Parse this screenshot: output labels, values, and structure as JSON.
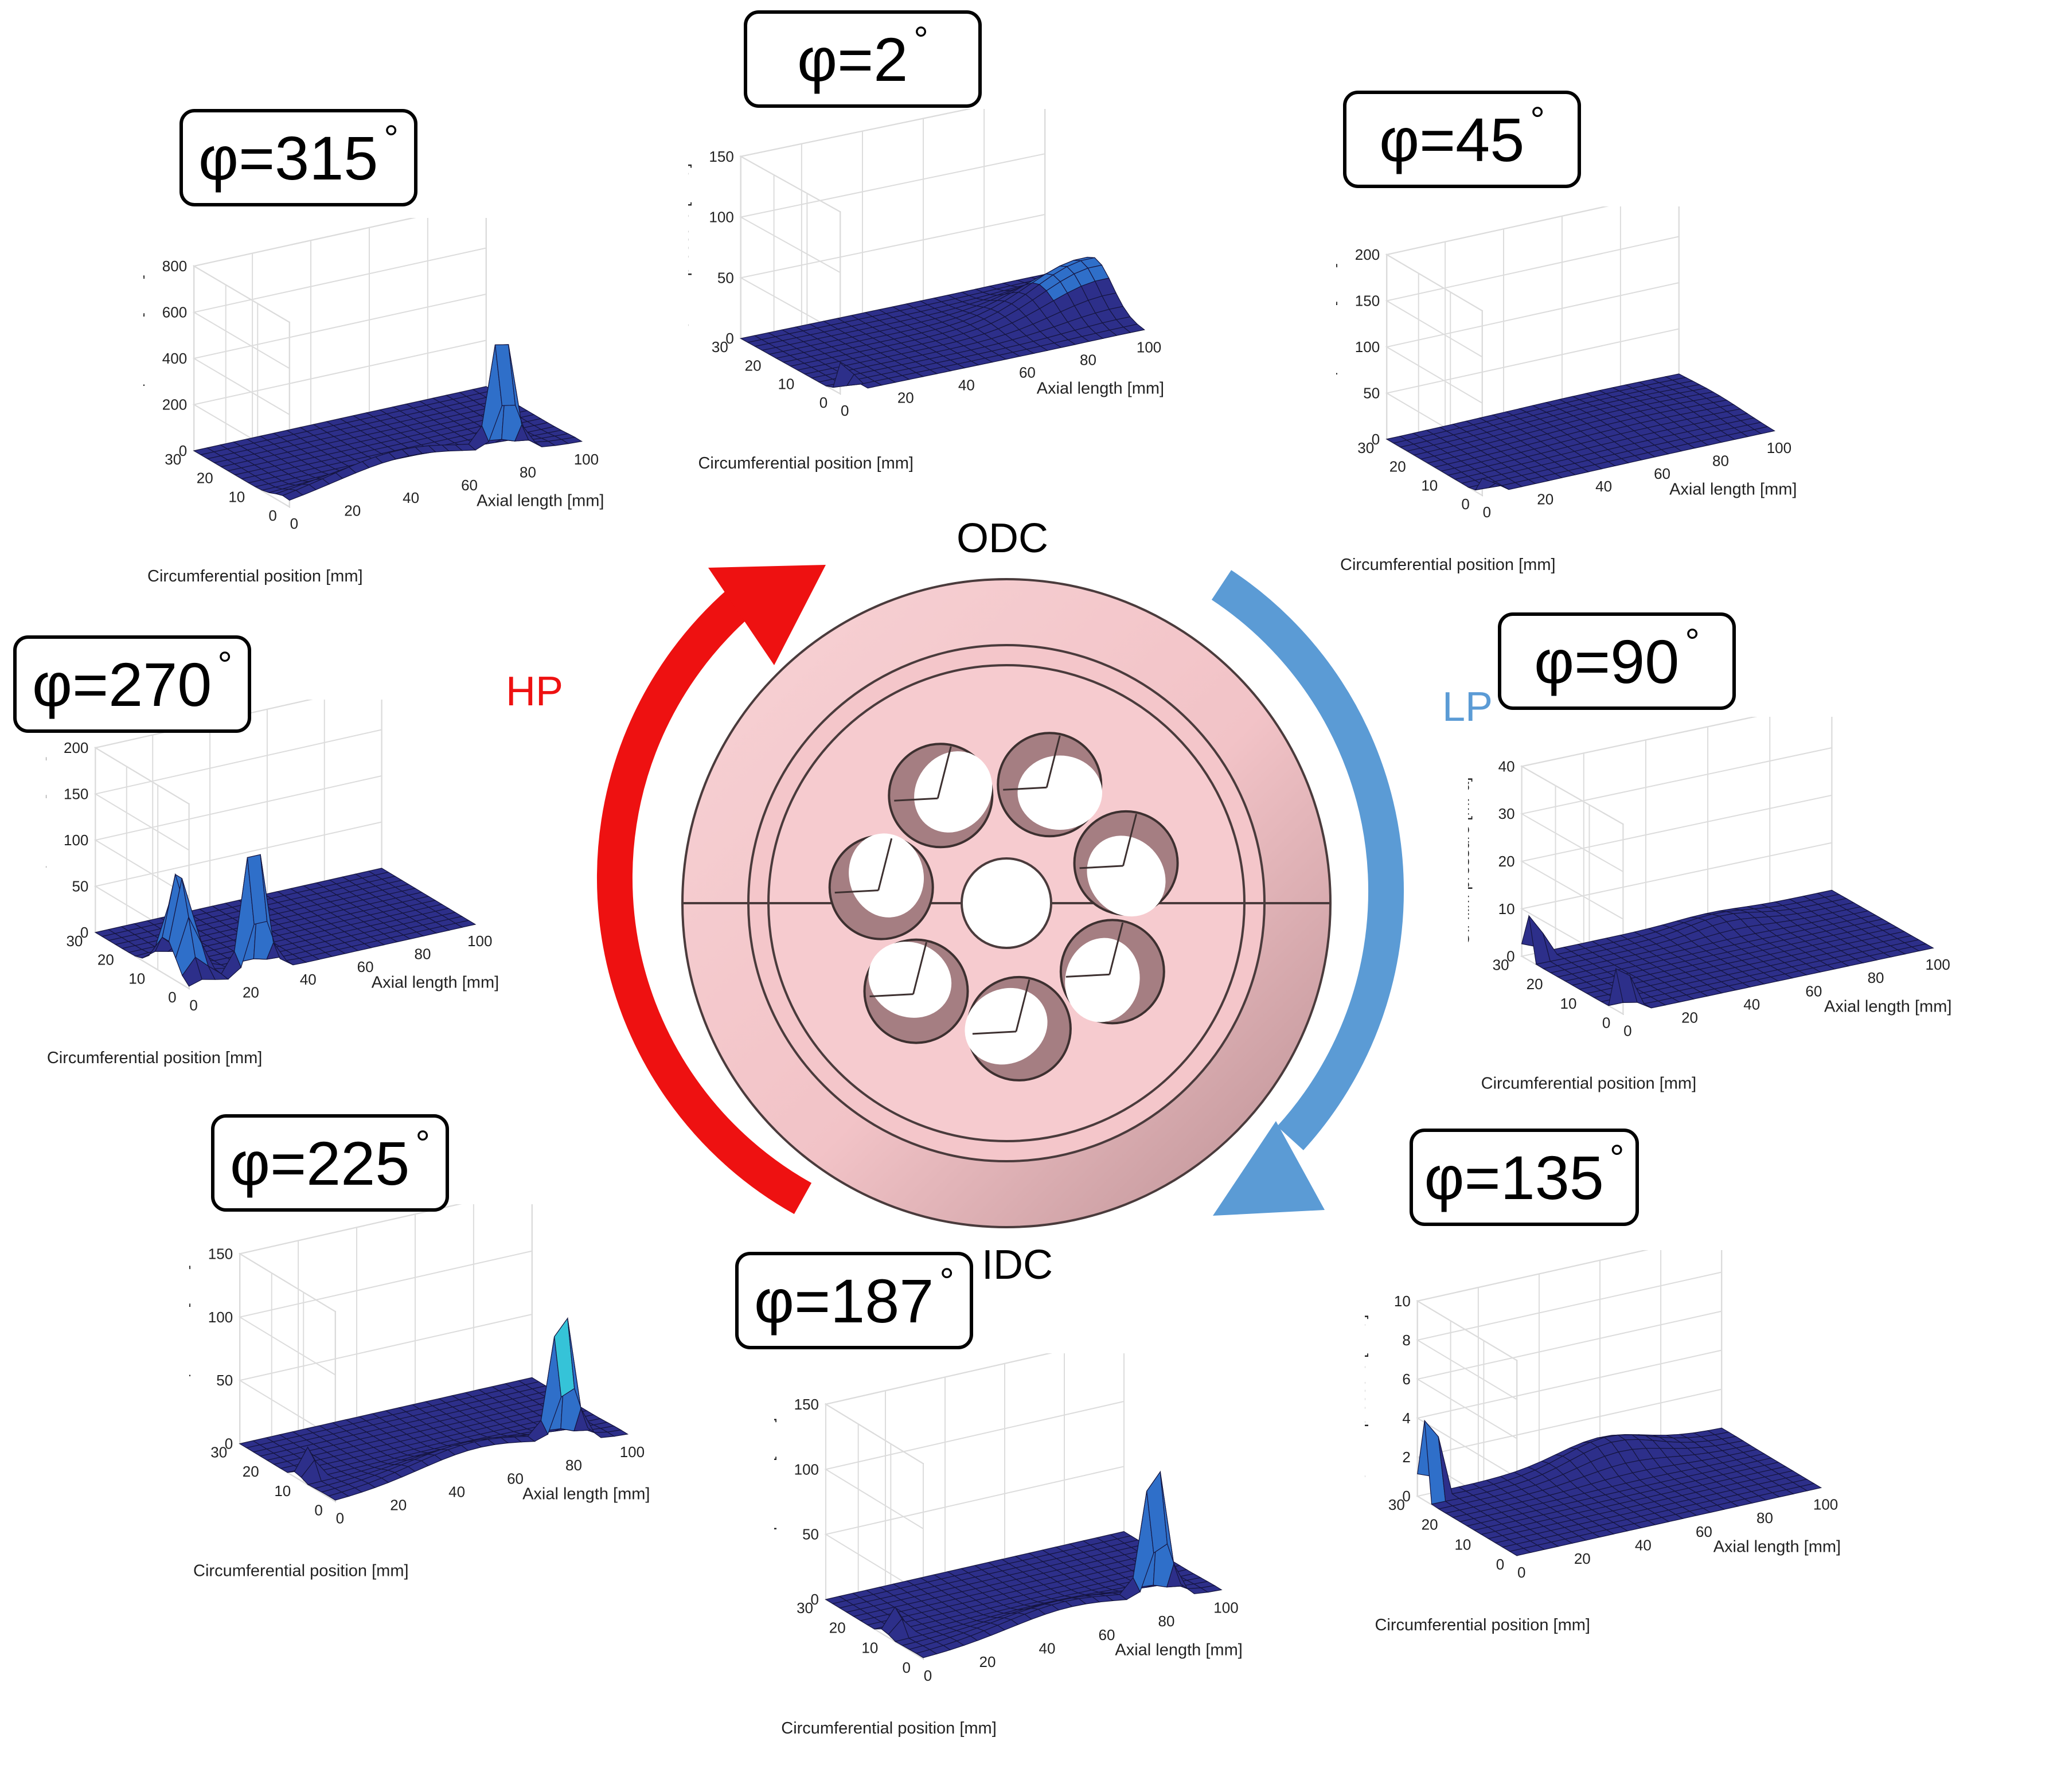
{
  "diagram": {
    "labels": {
      "odc": "ODC",
      "idc": "IDC",
      "hp": "HP",
      "lp": "LP"
    },
    "colors": {
      "hp": "#ee1111",
      "lp": "#5b9bd5",
      "cylinder_block": "#f5c9cc",
      "cylinder_block_dark": "#b48a8e",
      "surface_base": "#2d2f8a",
      "surface_mid": "#2f6fc9",
      "surface_high": "#35c3d8",
      "surface_peak": "#f2f21a"
    },
    "plot_text": {
      "zlabel": "Oil film pressure  [MPa]",
      "xlabel": "Axial length [mm]",
      "ylabel": "Circumferential position [mm]",
      "xticks": [
        "0",
        "20",
        "40",
        "60",
        "80",
        "100"
      ],
      "yticks": [
        "0",
        "10",
        "20",
        "30"
      ]
    },
    "plots": [
      {
        "angle": "φ=2",
        "deg": "°",
        "zticks": [
          "0",
          "50",
          "100",
          "150"
        ],
        "zmax": 150
      },
      {
        "angle": "φ=45",
        "deg": "°",
        "zticks": [
          "0",
          "50",
          "100",
          "150",
          "200"
        ],
        "zmax": 200
      },
      {
        "angle": "φ=90",
        "deg": "°",
        "zticks": [
          "0",
          "10",
          "20",
          "30",
          "40"
        ],
        "zmax": 40
      },
      {
        "angle": "φ=135",
        "deg": "°",
        "zticks": [
          "0",
          "2",
          "4",
          "6",
          "8",
          "10"
        ],
        "zmax": 10
      },
      {
        "angle": "φ=187",
        "deg": "°",
        "zticks": [
          "0",
          "50",
          "100",
          "150"
        ],
        "zmax": 150
      },
      {
        "angle": "φ=225",
        "deg": "°",
        "zticks": [
          "0",
          "50",
          "100",
          "150"
        ],
        "zmax": 150
      },
      {
        "angle": "φ=270",
        "deg": "°",
        "zticks": [
          "0",
          "50",
          "100",
          "150",
          "200"
        ],
        "zmax": 200
      },
      {
        "angle": "φ=315",
        "deg": "°",
        "zticks": [
          "0",
          "200",
          "400",
          "600",
          "800"
        ],
        "zmax": 800
      }
    ]
  }
}
